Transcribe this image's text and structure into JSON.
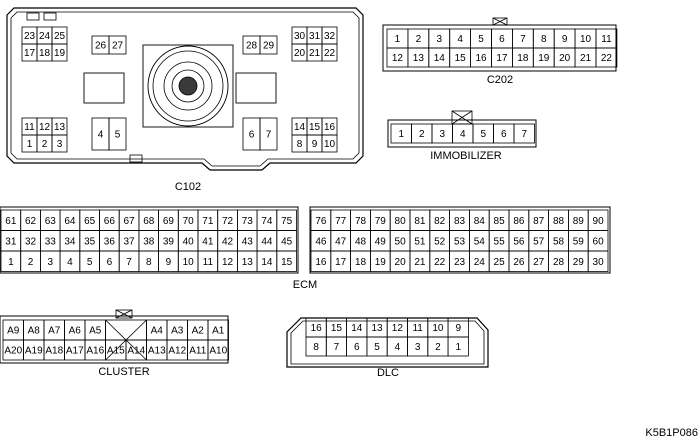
{
  "c102": {
    "label": "C102",
    "blocks": [
      {
        "rows": [
          [
            "23",
            "24",
            "25"
          ],
          [
            "17",
            "18",
            "19"
          ]
        ]
      },
      {
        "rows": [
          [
            "26",
            "27"
          ]
        ]
      },
      {
        "rows": [
          [
            "28",
            "29"
          ]
        ]
      },
      {
        "rows": [
          [
            "30",
            "31",
            "32"
          ],
          [
            "20",
            "21",
            "22"
          ]
        ]
      },
      {
        "rows": [
          [
            "11",
            "12",
            "13"
          ],
          [
            "1",
            "2",
            "3"
          ]
        ]
      },
      {
        "rows": [
          [
            "4",
            "5"
          ]
        ]
      },
      {
        "rows": [
          [
            "6",
            "7"
          ]
        ]
      },
      {
        "rows": [
          [
            "14",
            "15",
            "16"
          ],
          [
            "8",
            "9",
            "10"
          ]
        ]
      }
    ]
  },
  "c202": {
    "label": "C202",
    "rows": [
      [
        "1",
        "2",
        "3",
        "4",
        "5",
        "6",
        "7",
        "8",
        "9",
        "10",
        "11"
      ],
      [
        "12",
        "13",
        "14",
        "15",
        "16",
        "17",
        "18",
        "19",
        "20",
        "21",
        "22"
      ]
    ]
  },
  "immobilizer": {
    "label": "IMMOBILIZER",
    "pins": [
      "1",
      "2",
      "3",
      "4",
      "5",
      "6",
      "7"
    ]
  },
  "ecm": {
    "label": "ECM",
    "left_rows": [
      [
        "61",
        "62",
        "63",
        "64",
        "65",
        "66",
        "67",
        "68",
        "69",
        "70",
        "71",
        "72",
        "73",
        "74",
        "75"
      ],
      [
        "31",
        "32",
        "33",
        "34",
        "35",
        "36",
        "37",
        "38",
        "39",
        "40",
        "41",
        "42",
        "43",
        "44",
        "45"
      ],
      [
        "1",
        "2",
        "3",
        "4",
        "5",
        "6",
        "7",
        "8",
        "9",
        "10",
        "11",
        "12",
        "13",
        "14",
        "15"
      ]
    ],
    "right_rows": [
      [
        "76",
        "77",
        "78",
        "79",
        "80",
        "81",
        "82",
        "83",
        "84",
        "85",
        "86",
        "87",
        "88",
        "89",
        "90"
      ],
      [
        "46",
        "47",
        "48",
        "49",
        "50",
        "51",
        "52",
        "53",
        "54",
        "55",
        "56",
        "57",
        "58",
        "59",
        "60"
      ],
      [
        "16",
        "17",
        "18",
        "19",
        "20",
        "21",
        "22",
        "23",
        "24",
        "25",
        "26",
        "27",
        "28",
        "29",
        "30"
      ]
    ]
  },
  "cluster": {
    "label": "CLUSTER",
    "rows": [
      [
        "A9",
        "A8",
        "A7",
        "A6",
        "A5",
        "",
        "",
        "A4",
        "A3",
        "A2",
        "A1"
      ],
      [
        "A20",
        "A19",
        "A18",
        "A17",
        "A16",
        "A15",
        "A14",
        "A13",
        "A12",
        "A11",
        "A10"
      ]
    ]
  },
  "dlc": {
    "label": "DLC",
    "rows": [
      [
        "16",
        "15",
        "14",
        "13",
        "12",
        "11",
        "10",
        "9"
      ],
      [
        "8",
        "7",
        "6",
        "5",
        "4",
        "3",
        "2",
        "1"
      ]
    ]
  },
  "figure_code": "K5B1P086"
}
